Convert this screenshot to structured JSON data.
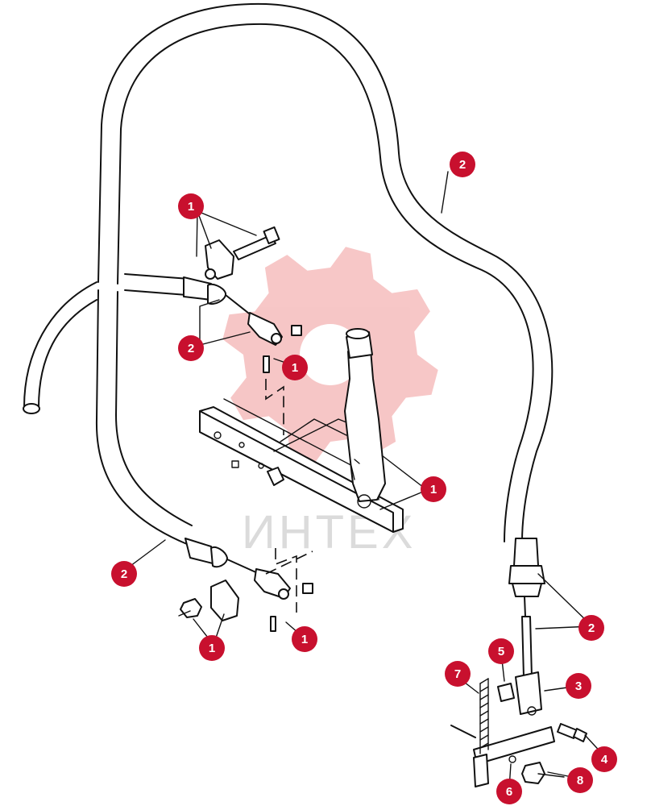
{
  "colors": {
    "callout": "#c8102e",
    "watermark_gear": "#f4b4b4",
    "line": "#111111"
  },
  "watermark": {
    "text": "ИНТЕХ",
    "icon": "gear-logo-watermark"
  },
  "callouts": [
    {
      "label": "1"
    },
    {
      "label": "2"
    },
    {
      "label": "1"
    },
    {
      "label": "2"
    },
    {
      "label": "1"
    },
    {
      "label": "1"
    },
    {
      "label": "2"
    },
    {
      "label": "1"
    },
    {
      "label": "1"
    },
    {
      "label": "2"
    },
    {
      "label": "5"
    },
    {
      "label": "7"
    },
    {
      "label": "3"
    },
    {
      "label": "4"
    },
    {
      "label": "6"
    },
    {
      "label": "8"
    }
  ]
}
